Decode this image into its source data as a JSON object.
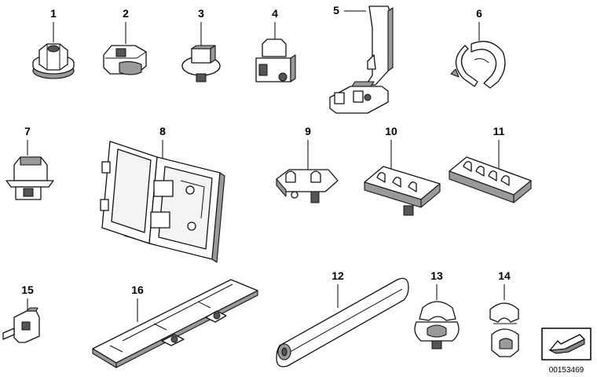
{
  "callouts": [
    "1",
    "2",
    "3",
    "4",
    "5",
    "6",
    "7",
    "8",
    "9",
    "10",
    "11",
    "12",
    "13",
    "14",
    "15",
    "16"
  ],
  "document_number": "00153469",
  "icons": {
    "stamp": "arrow-stamp-icon"
  }
}
